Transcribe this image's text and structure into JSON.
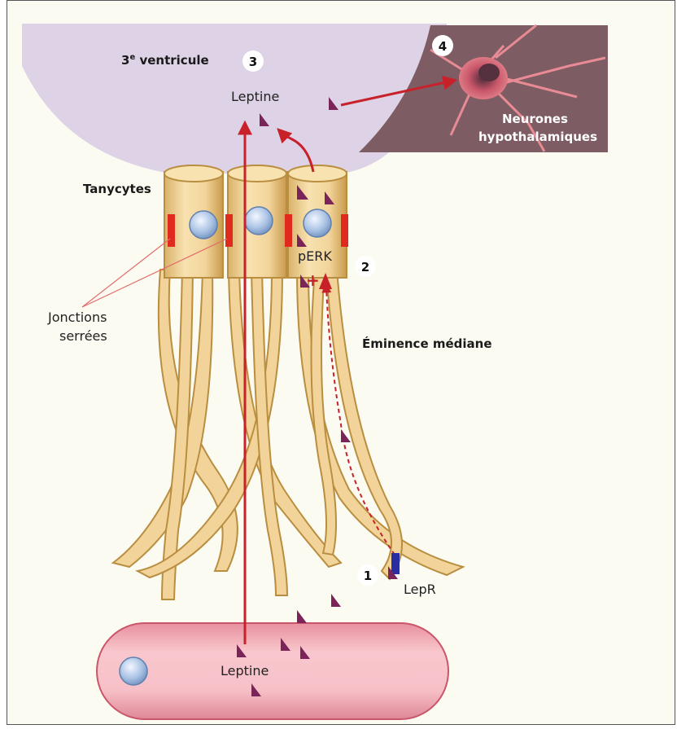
{
  "labels": {
    "ventricle": "3",
    "ventricle_sup": "e",
    "ventricle_rest": " ventricule",
    "leptine_top": "Leptine",
    "neurons_line1": "Neurones",
    "neurons_line2": "hypothalamiques",
    "tanycytes": "Tanycytes",
    "perk": "pERK",
    "plus": "+",
    "jonctions_line1": "Jonctions",
    "jonctions_line2": "serrées",
    "eminence": "Éminence médiane",
    "lepr": "LepR",
    "leptine_bottom": "Leptine"
  },
  "steps": [
    "1",
    "2",
    "3",
    "4"
  ],
  "colors": {
    "ventricle": "#ddd2e6",
    "tanycyte": "#f2d49a",
    "tanycyte_edge": "#b98e40",
    "arrow": "#c8212a",
    "junction": "#e02a1e",
    "leptin": "#7a2459",
    "neuron_panel": "#7d5c63",
    "vessel": "#f2a9b5",
    "receptor": "#2b2ea0"
  }
}
